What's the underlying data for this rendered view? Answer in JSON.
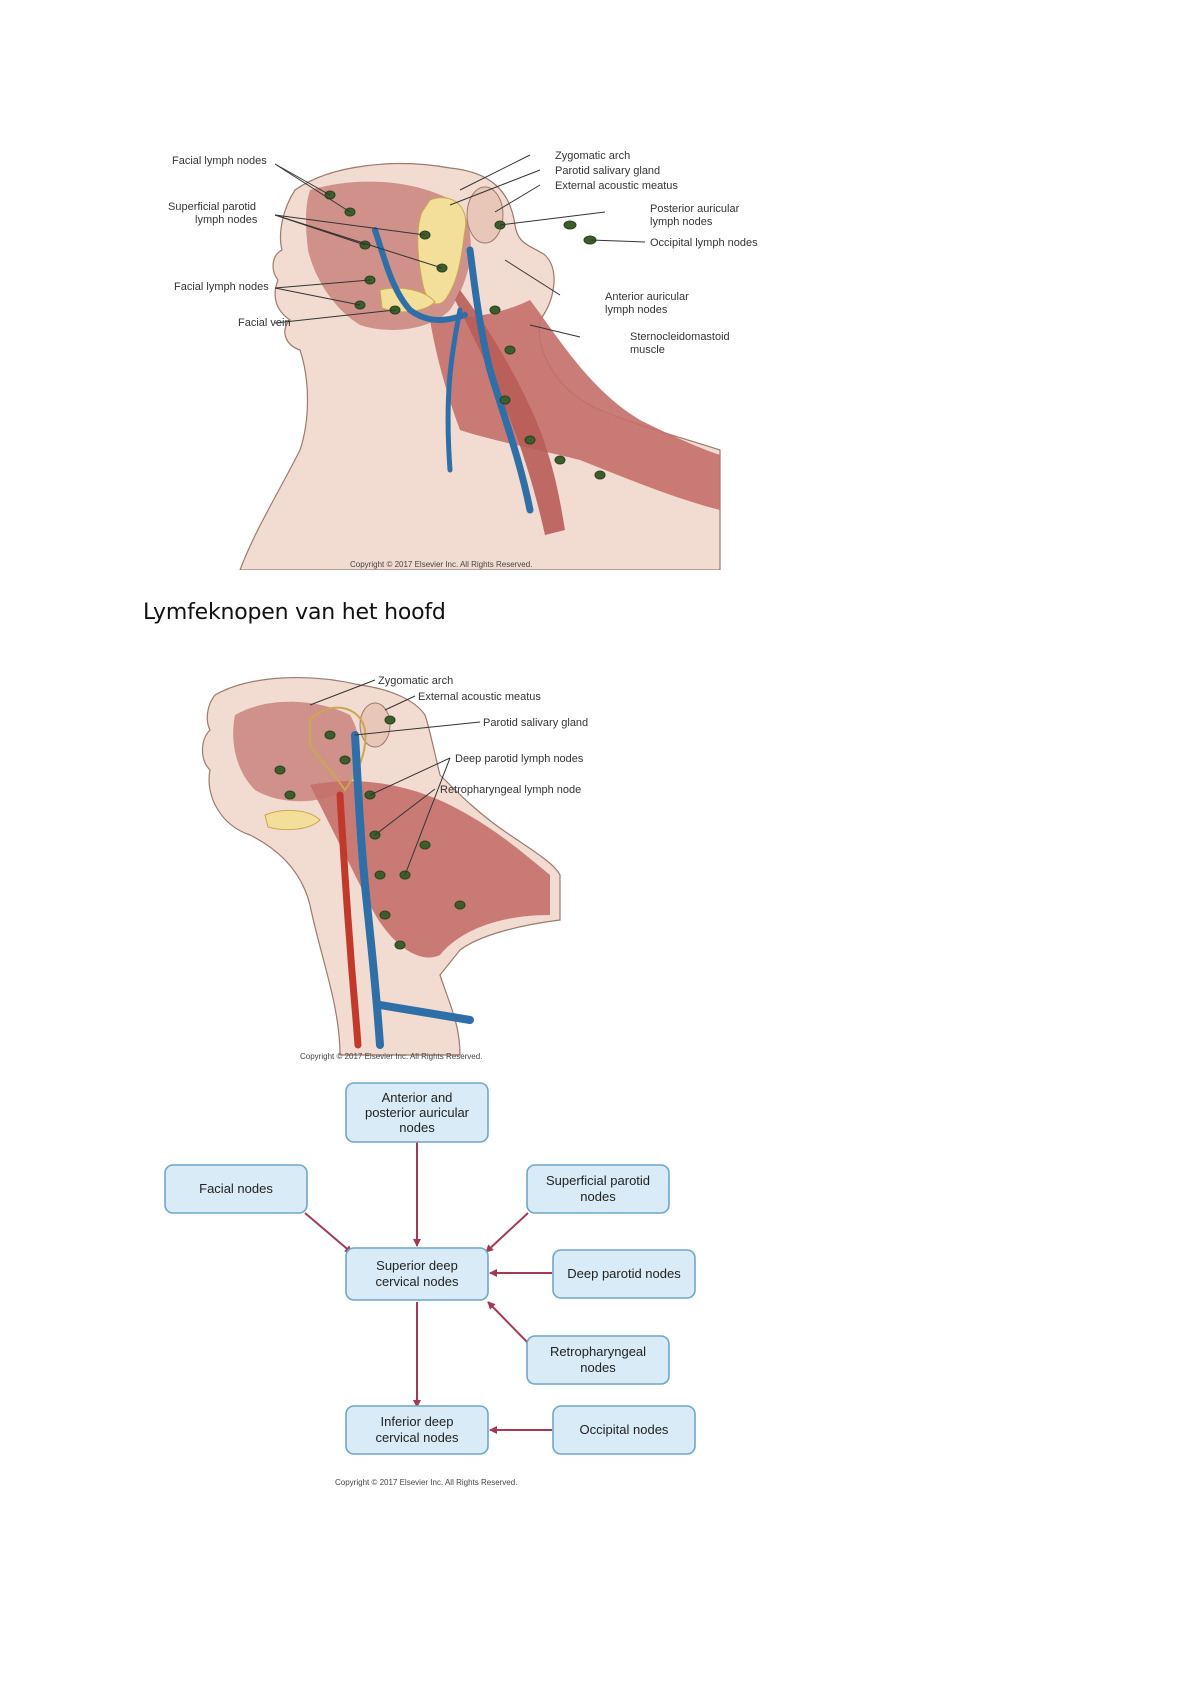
{
  "figure1": {
    "labels": {
      "facial_lymph_nodes_top": "Facial lymph nodes",
      "superficial_parotid_1": "Superficial parotid",
      "superficial_parotid_2": "lymph nodes",
      "facial_lymph_nodes_bottom": "Facial lymph nodes",
      "facial_vein": "Facial vein",
      "zygomatic_arch": "Zygomatic arch",
      "parotid_salivary_gland": "Parotid salivary gland",
      "external_acoustic_meatus": "External acoustic meatus",
      "posterior_auricular_1": "Posterior auricular",
      "posterior_auricular_2": "lymph nodes",
      "occipital_lymph_nodes": "Occipital lymph nodes",
      "anterior_auricular_1": "Anterior auricular",
      "anterior_auricular_2": "lymph nodes",
      "sternocleidomastoid_1": "Sternocleidomastoid",
      "sternocleidomastoid_2": "muscle"
    },
    "copyright": "Copyright © 2017 Elsevier Inc. All Rights Reserved."
  },
  "heading": "Lymfeknopen van het hoofd",
  "figure2": {
    "labels": {
      "zygomatic_arch": "Zygomatic arch",
      "external_acoustic_meatus": "External acoustic meatus",
      "parotid_salivary_gland": "Parotid salivary gland",
      "deep_parotid_lymph_nodes": "Deep parotid lymph nodes",
      "retropharyngeal_lymph_node": "Retropharyngeal lymph node"
    },
    "copyright": "Copyright © 2017 Elsevier Inc. All Rights Reserved."
  },
  "figure3": {
    "boxes": {
      "anterior_posterior_auricular": [
        "Anterior and",
        "posterior auricular",
        "nodes"
      ],
      "facial": [
        "Facial nodes"
      ],
      "superficial_parotid": [
        "Superficial parotid",
        "nodes"
      ],
      "superior_deep_cervical": [
        "Superior deep",
        "cervical nodes"
      ],
      "deep_parotid": [
        "Deep parotid nodes"
      ],
      "retropharyngeal": [
        "Retropharyngeal",
        "nodes"
      ],
      "inferior_deep_cervical": [
        "Inferior deep",
        "cervical nodes"
      ],
      "occipital": [
        "Occipital nodes"
      ]
    },
    "copyright": "Copyright © 2017 Elsevier Inc. All Rights Reserved."
  },
  "colors": {
    "muscle": "#c9847e",
    "vein": "#2f6fa8",
    "gland": "#f3df9a",
    "node": "#3d5d2b",
    "box_fill": "#d8ebf6",
    "box_stroke": "#6fa6c8",
    "arrow": "#a33a55"
  }
}
